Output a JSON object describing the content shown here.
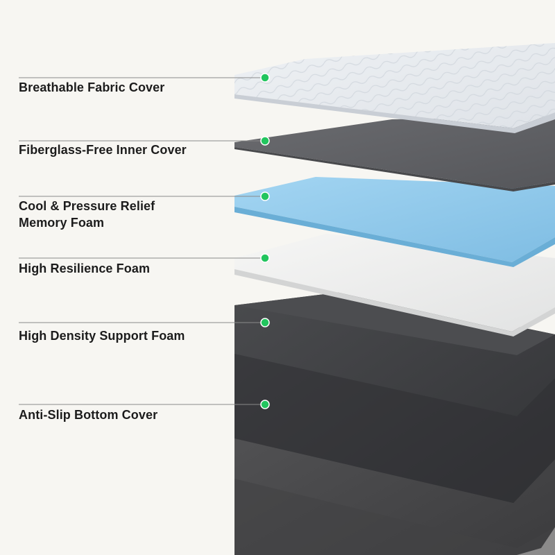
{
  "labels": [
    {
      "lines": [
        "Breathable Fabric Cover"
      ]
    },
    {
      "lines": [
        "Fiberglass-Free Inner Cover"
      ]
    },
    {
      "lines": [
        "Cool & Pressure Relief",
        "Memory Foam"
      ]
    },
    {
      "lines": [
        "High Resilience Foam"
      ]
    },
    {
      "lines": [
        "High Density Support Foam"
      ]
    },
    {
      "lines": [
        "Anti-Slip Bottom Cover"
      ]
    }
  ],
  "colors": {
    "background": "#f7f6f2",
    "marker": "#22c55e",
    "leader_line": "#8a8a8a",
    "fabric_cover": "#e4e8ed",
    "inner_cover": "#5f6064",
    "memory_foam": "#8ec8ea",
    "resilience_foam": "#f0f0ef",
    "support_foam": "#3d3e41",
    "bottom_cover": "#4a4a4c"
  }
}
